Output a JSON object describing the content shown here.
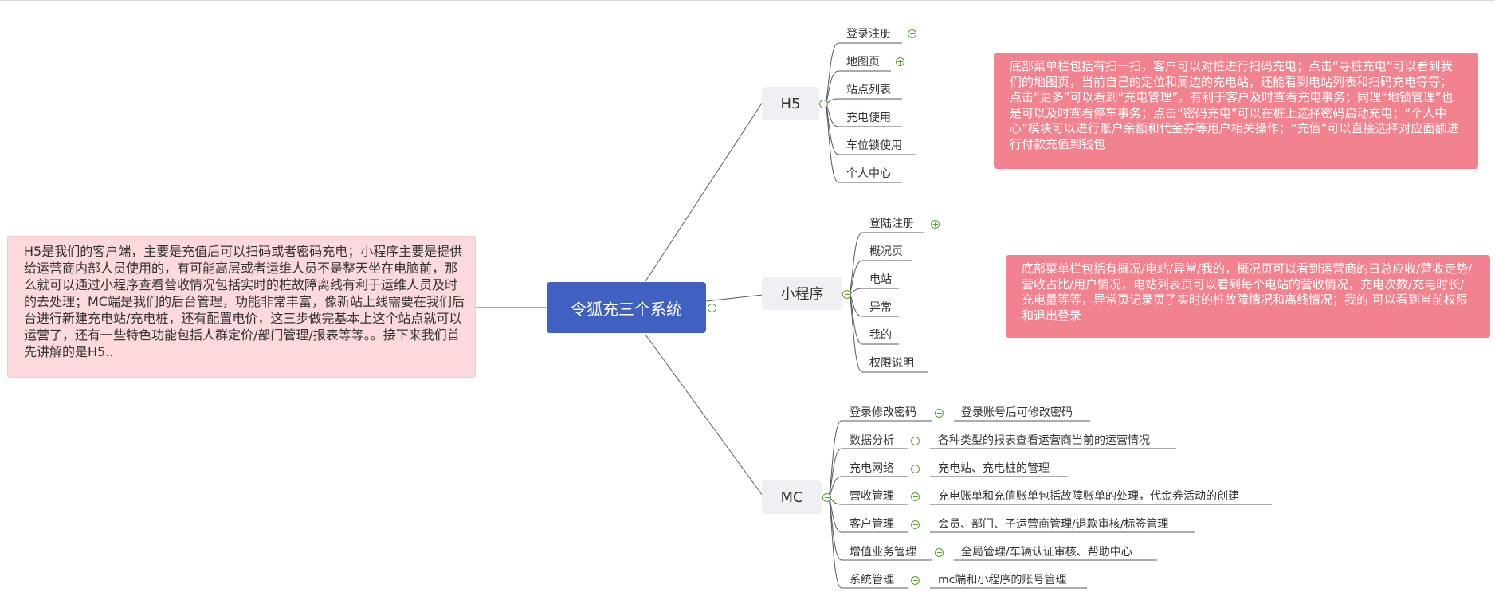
{
  "root": {
    "label": "令狐充三个系统"
  },
  "intro": "H5是我们的客户端，主要是充值后可以扫码或者密码充电；小程序主要是提供给运营商内部人员使用的，有可能高层或者运维人员不是整天坐在电脑前，那么就可以通过小程序查看营收情况包括实时的桩故障离线有利于运维人员及时的去处理；MC端是我们的后台管理，功能非常丰富，像新站上线需要在我们后台进行新建充电站/充电桩，还有配置电价，这三步做完基本上这个站点就可以运营了，还有一些特色功能包括人群定价/部门管理/报表等等。。接下来我们首先讲解的是H5..",
  "branches": {
    "h5": {
      "label": "H5",
      "items": [
        "登录注册",
        "地图页",
        "站点列表",
        "充电使用",
        "车位锁使用",
        "个人中心"
      ],
      "note": "底部菜单栏包括有扫一扫，客户可以对桩进行扫码充电；点击“寻桩充电”可以看到我们的地图页，当前自己的定位和周边的充电站，还能看到电站列表和扫码充电等等；点击“更多”可以看到“充电管理”，有利于客户及时查看充电事务；同理“地锁管理”也是可以及时查看停车事务；点击“密码充电”可以在桩上选择密码启动充电；“个人中心”模块可以进行账户余额和代金券等用户相关操作；“充值”可以直接选择对应面额进行付款充值到钱包"
    },
    "mini": {
      "label": "小程序",
      "items": [
        "登陆注册",
        "概况页",
        "电站",
        "异常",
        "我的",
        "权限说明"
      ],
      "note": "底部菜单栏包括有概况/电站/异常/我的，概况页可以看到运营商的日总应收/营收走势/营收占比/用户情况，电站列表页可以看到每个电站的营收情况，充电次数/充电时长/充电量等等，异常页记录页了实时的桩故障情况和离线情况；我的 可以看到当前权限和退出登录"
    },
    "mc": {
      "label": "MC",
      "items": [
        {
          "label": "登录修改密码",
          "detail": "登录账号后可修改密码"
        },
        {
          "label": "数据分析",
          "detail": "各种类型的报表查看运营商当前的运营情况"
        },
        {
          "label": "充电网络",
          "detail": "充电站、充电桩的管理"
        },
        {
          "label": "营收管理",
          "detail": "充电账单和充值账单包括故障账单的处理，代金券活动的创建"
        },
        {
          "label": "客户管理",
          "detail": "会员、部门、子运营商管理/退款审核/标签管理"
        },
        {
          "label": "增值业务管理",
          "detail": "全局管理/车辆认证审核、帮助中心"
        },
        {
          "label": "系统管理",
          "detail": "mc端和小程序的账号管理"
        }
      ]
    }
  },
  "colors": {
    "root": "#4161c2",
    "callout": "#f3828f",
    "intro_bg": "#fcd9dc",
    "branch_bg": "#eef0f4",
    "toggle": "#5aa02c"
  }
}
